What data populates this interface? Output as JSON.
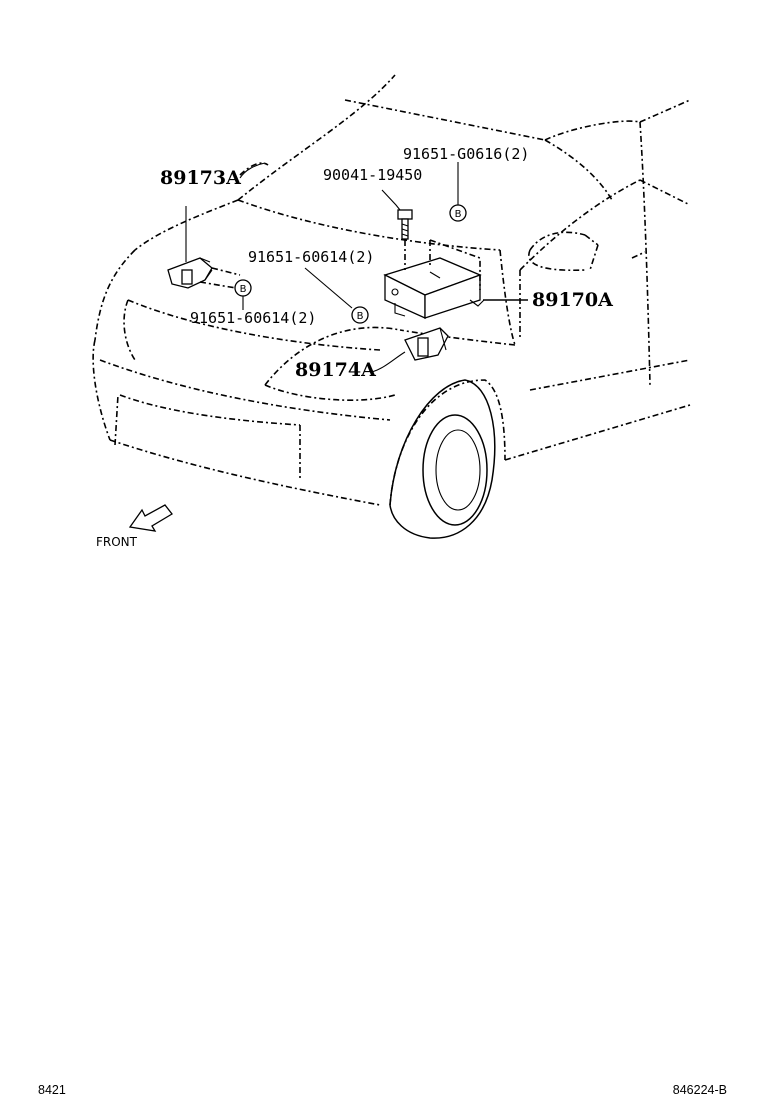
{
  "labels": {
    "p89173": "89173A",
    "p89174": "89174A",
    "p89170": "89170A",
    "p90041": "90041-19450",
    "p91651_g0616": "91651-G0616(2)",
    "p91651_60614_upper": "91651-60614(2)",
    "p91651_60614_lower": "91651-60614(2)",
    "front": "FRONT",
    "circle_letter": "B"
  },
  "footer": {
    "left_code": "8421",
    "right_code": "846224-B"
  }
}
